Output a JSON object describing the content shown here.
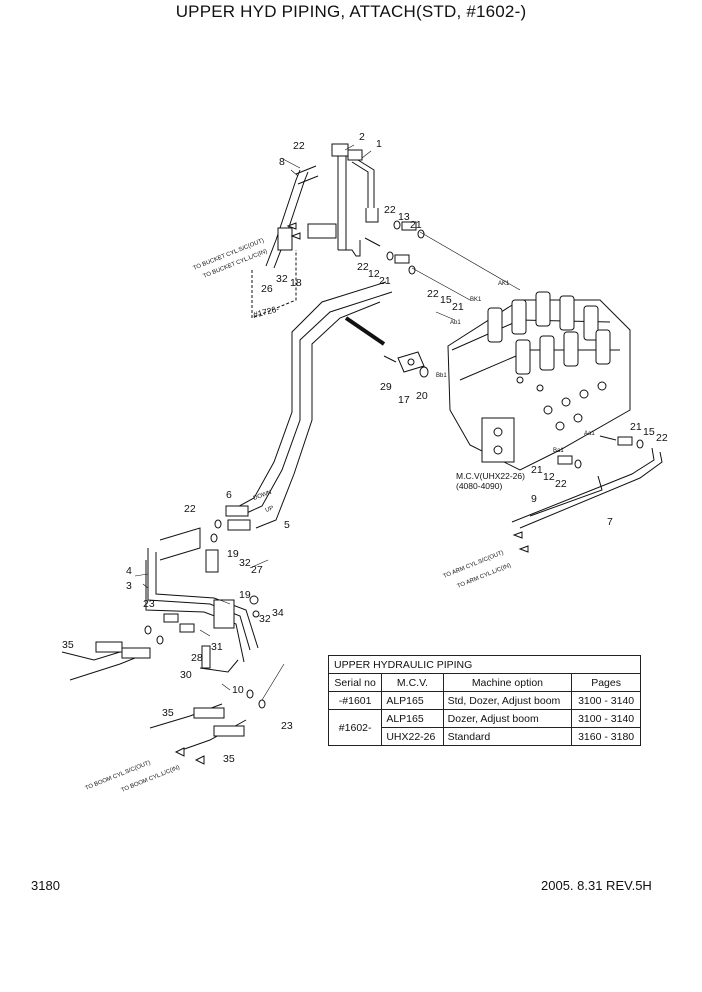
{
  "title": "UPPER HYD PIPING, ATTACH(STD, #1602-)",
  "callouts": {
    "c1": "1",
    "c2": "2",
    "c22a": "22",
    "c8": "8",
    "c22b": "22",
    "c13a": "13",
    "c21a": "21",
    "c22c": "22",
    "c12a": "12",
    "c21b": "21",
    "c22d": "22",
    "c15a": "15",
    "c21c": "21",
    "c26": "26",
    "c32a": "32",
    "c18": "18",
    "c29": "29",
    "c17": "17",
    "c20": "20",
    "c21d": "21",
    "c15b": "15",
    "c22e": "22",
    "c21e": "21",
    "c12b": "12",
    "c22f": "22",
    "c6": "6",
    "c5": "5",
    "c22g": "22",
    "c9": "9",
    "c7": "7",
    "c4": "4",
    "c3": "3",
    "c19a": "19",
    "c32b": "32",
    "c27": "27",
    "c19b": "19",
    "c23a": "23",
    "c34": "34",
    "c32c": "32",
    "c35a": "35",
    "c31": "31",
    "c28": "28",
    "c30": "30",
    "c10": "10",
    "c35b": "35",
    "c23b": "23",
    "c35c": "35"
  },
  "port_labels": {
    "ak1": "AK1",
    "bk1": "BK1",
    "ab1": "Ab1",
    "bb1": "Bb1",
    "aa1": "Aa1",
    "ba1": "Ba1",
    "down": "DOWN",
    "up": "UP"
  },
  "note_1726": "#1726-",
  "mcv_label": {
    "line1": "M.C.V(UHX22-26)",
    "line2": "(4080-4090)"
  },
  "direction_labels": {
    "bucket_out": "TO BUCKET CYL.S/C(OUT)",
    "bucket_in": "TO BUCKET CYL.L/C(IN)",
    "arm_out": "TO ARM CYL.S/C(OUT)",
    "arm_in": "TO ARM CYL.L/C(IN)",
    "boom_out": "TO BOOM CYL.S/C(OUT)",
    "boom_in": "TO BOOM CYL.L/C(IN)"
  },
  "table": {
    "caption": "UPPER HYDRAULIC PIPING",
    "headers": [
      "Serial no",
      "M.C.V.",
      "Machine option",
      "Pages"
    ],
    "rows": [
      {
        "serial": "-#1601",
        "mcv": "ALP165",
        "option": "Std, Dozer, Adjust boom",
        "pages": "3100 - 3140"
      },
      {
        "serial": "#1602-",
        "mcv": "ALP165",
        "option": "Dozer, Adjust boom",
        "pages": "3100 - 3140"
      },
      {
        "serial": "",
        "mcv": "UHX22-26",
        "option": "Standard",
        "pages": "3160 - 3180"
      }
    ]
  },
  "footer": {
    "page_number": "3180",
    "revision": "2005. 8.31  REV.5H"
  }
}
